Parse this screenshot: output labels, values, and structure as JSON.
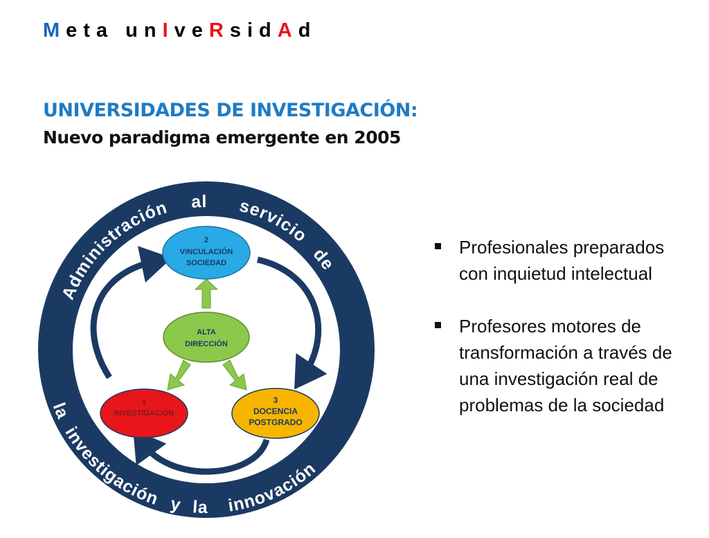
{
  "brand": {
    "parts": [
      {
        "t": "M",
        "c": "b"
      },
      {
        "t": "eta un",
        "c": ""
      },
      {
        "t": "I",
        "c": "r"
      },
      {
        "t": "ve",
        "c": ""
      },
      {
        "t": "R",
        "c": "r"
      },
      {
        "t": "sid",
        "c": ""
      },
      {
        "t": "A",
        "c": "r"
      },
      {
        "t": "d",
        "c": ""
      }
    ],
    "full": "Meta unIveRsidAd"
  },
  "title": "UNIVERSIDADES DE INVESTIGACIÓN:",
  "subtitle": "Nuevo paradigma emergente en 2005",
  "diagram": {
    "ring_top": "Administración al servicio de",
    "ring_bottom": "la investigación y la innovación",
    "node2": {
      "num": "2",
      "line1": "VINCULACIÓN",
      "line2": "SOCIEDAD"
    },
    "center": {
      "line1": "ALTA",
      "line2": "DIRECCIÓN"
    },
    "node1": {
      "num": "1",
      "line1": "INVESTIGACIÓN"
    },
    "node3": {
      "num": "3",
      "line1": "DOCENCIA",
      "line2": "POSTGRADO"
    },
    "colors": {
      "ring": "#1b3a63",
      "blue": "#29a9e6",
      "green": "#8cc84b",
      "red": "#e8151b",
      "orange": "#f7b500"
    }
  },
  "bullets": [
    "Profesionales preparados con inquietud intelectual",
    "Profesores motores de transformación a través de una investigación real de problemas de la sociedad"
  ]
}
